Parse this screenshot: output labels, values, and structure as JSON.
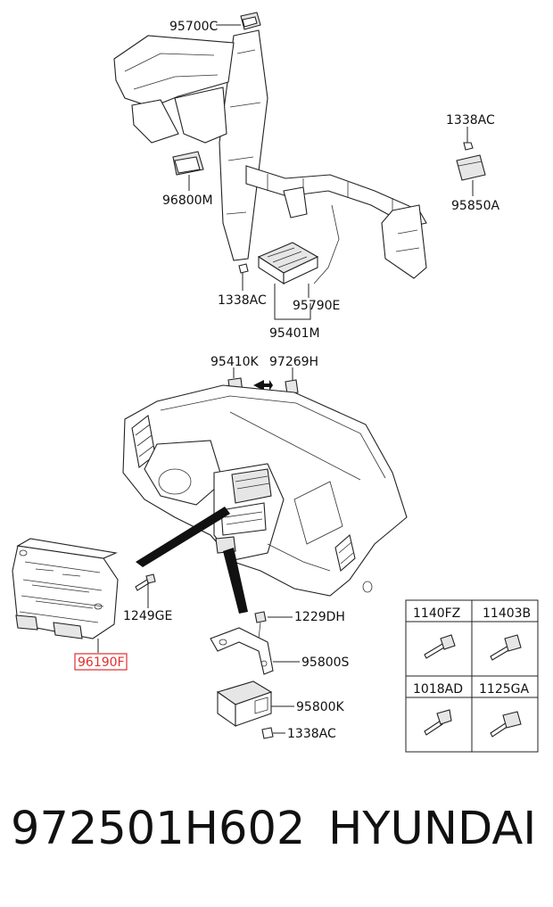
{
  "labels": {
    "p95700C": "95700C",
    "p1338AC_top": "1338AC",
    "p96800M": "96800M",
    "p95850A": "95850A",
    "p1338AC_mid": "1338AC",
    "p95790E": "95790E",
    "p95401M": "95401M",
    "p95410K": "95410K",
    "p97269H": "97269H",
    "p1249GE": "1249GE",
    "p96190F": "96190F",
    "p1229DH": "1229DH",
    "p95800S": "95800S",
    "p95800K": "95800K",
    "p1338AC_bot": "1338AC"
  },
  "fastener_table": {
    "cells": [
      "1140FZ",
      "11403B",
      "1018AD",
      "1125GA"
    ]
  },
  "footer": {
    "part_number": "972501H602",
    "brand": "HYUNDAI"
  },
  "colors": {
    "highlight": "#e03030",
    "line": "#222222"
  }
}
